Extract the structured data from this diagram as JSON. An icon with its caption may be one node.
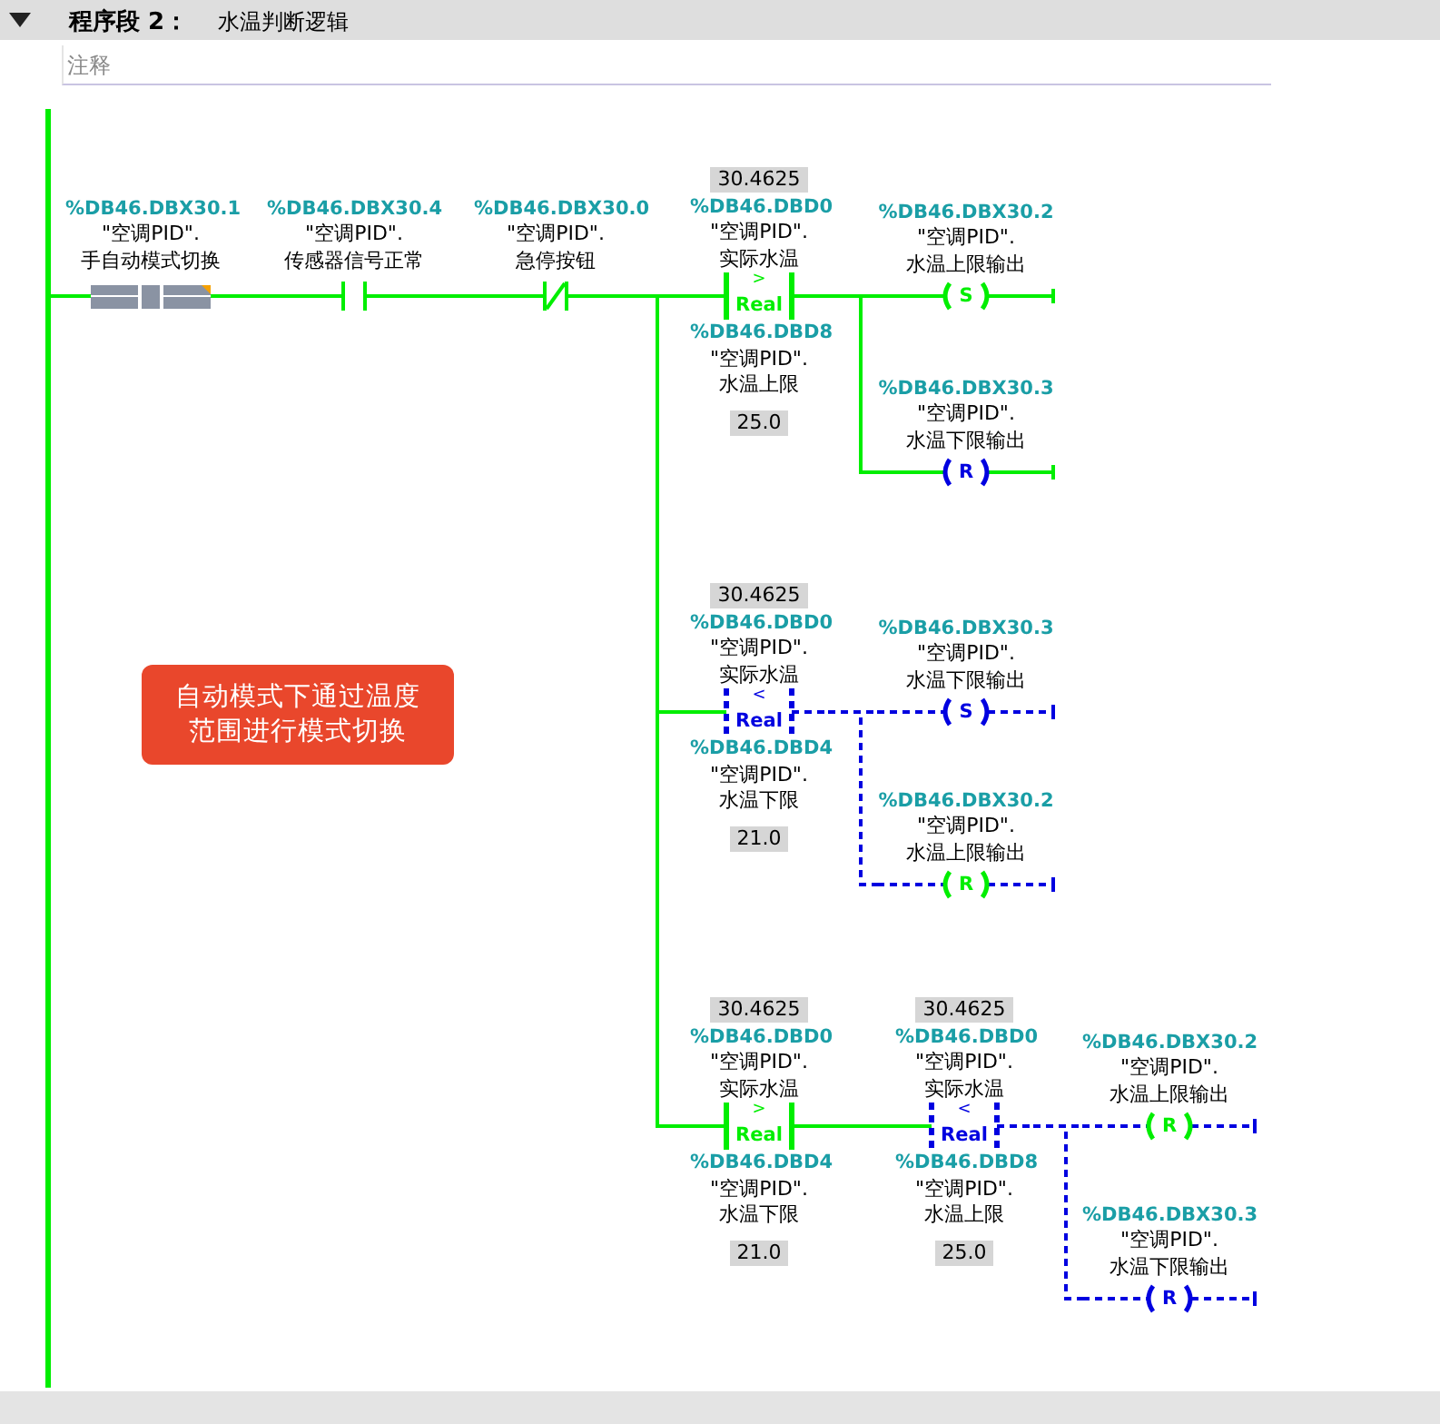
{
  "diagram": {
    "nodes": [
      {
        "text": [],
        "shape": "bar"
      },
      {
        "text": [
          "%DB46.DBX30.1",
          "\"空调PID\".",
          "手自动模式切换"
        ]
      },
      {
        "text": [
          "%DB46.DBX30.4",
          "\"空调PID\".",
          "传感器信号正常"
        ]
      },
      {
        "text": [
          "%DB46.DBX30.0",
          "\"空调PID\".",
          "急停按钮"
        ]
      },
      {
        "text": [
          "30.4625",
          "%DB46.DBD0",
          "\"空调PID\".",
          "实际水温",
          ">",
          "Real",
          "%DB46.DBD8",
          "\"空调PID\".",
          "水温上限",
          "25.0"
        ]
      },
      {
        "text": [
          "%DB46.DBX30.2",
          "\"空调PID\".",
          "水温上限输出",
          "S"
        ]
      },
      {
        "text": [
          "%DB46.DBX30.3",
          "\"空调PID\".",
          "水温下限输出",
          "R"
        ]
      },
      {
        "text": [
          "30.4625",
          "%DB46.DBD0",
          "\"空调PID\".",
          "实际水温",
          "<",
          "Real",
          "%DB46.DBD4",
          "\"空调PID\".",
          "水温下限",
          "21.0"
        ]
      },
      {
        "text": [
          "%DB46.DBX30.3",
          "\"空调PID\".",
          "水温下限输出",
          "S"
        ]
      },
      {
        "text": [
          "%DB46.DBX30.2",
          "\"空调PID\".",
          "水温上限输出",
          "R"
        ]
      },
      {
        "text": [
          "30.4625",
          "%DB46.DBD0",
          "\"空调PID\".",
          "实际水温",
          ">",
          "Real",
          "%DB46.DBD4",
          "\"空调PID\".",
          "水温下限",
          "21.0"
        ]
      },
      {
        "text": [
          "30.4625",
          "%DB46.DBD0",
          "\"空调PID\".",
          "实际水温",
          "<",
          "Real",
          "%DB46.DBD8",
          "\"空调PID\".",
          "水温上限",
          "25.0"
        ]
      },
      {
        "text": [
          "%DB46.DBX30.2",
          "\"空调PID\".",
          "水温上限输出",
          "R"
        ]
      },
      {
        "text": [
          "%DB46.DBX30.3",
          "\"空调PID\".",
          "水温下限输出",
          "R"
        ]
      },
      {
        "text": [
          "自动模式下通过温度范围进行模式切换"
        ]
      }
    ],
    "edges": [
      {
        "from": 0,
        "to": 1,
        "arrow": "none"
      },
      {
        "from": 1,
        "to": 2,
        "arrow": "none"
      },
      {
        "from": 2,
        "to": 3,
        "arrow": "none"
      },
      {
        "from": 3,
        "to": 4,
        "arrow": "none"
      },
      {
        "from": 4,
        "to": 5,
        "arrow": "none"
      },
      {
        "from": 4,
        "to": 6,
        "arrow": "none"
      },
      {
        "from": 3,
        "to": 7,
        "arrow": "none"
      },
      {
        "from": 3,
        "to": 10,
        "arrow": "none"
      },
      {
        "from": 7,
        "to": 8,
        "arrow": "none",
        "style": "dashed",
        "color": "#0000e0"
      },
      {
        "from": 7,
        "to": 9,
        "arrow": "none",
        "style": "dashed",
        "color": "#0000e0"
      },
      {
        "from": 10,
        "to": 11,
        "arrow": "none"
      },
      {
        "from": 11,
        "to": 12,
        "arrow": "none",
        "style": "dashed",
        "color": "#0000e0"
      },
      {
        "from": 11,
        "to": 13,
        "arrow": "none",
        "style": "dashed",
        "color": "#0000e0"
      }
    ],
    "labels": [
      "程序段 2：",
      "水温判断逻辑",
      "注释"
    ]
  }
}
